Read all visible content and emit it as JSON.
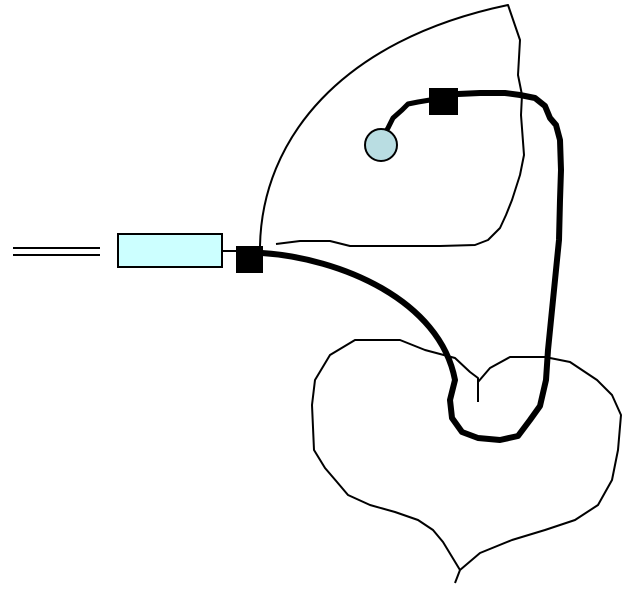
{
  "diagram": {
    "colors": {
      "stroke": "#000000",
      "background": "#ffffff",
      "connector_fill": "#ccffff",
      "endpoint_fill": "#b9dde2",
      "block_fill": "#000000"
    },
    "elements": [
      {
        "name": "double-line-lead",
        "kind": "double line"
      },
      {
        "name": "cyan-rectangle-component",
        "kind": "rectangle"
      },
      {
        "name": "left-junction-square",
        "kind": "filled square"
      },
      {
        "name": "upper-junction-square",
        "kind": "filled square"
      },
      {
        "name": "light-blue-circle-endpoint",
        "kind": "circle"
      },
      {
        "name": "fan-shaped-outline",
        "kind": "outline"
      },
      {
        "name": "heart-shaped-outline",
        "kind": "outline"
      },
      {
        "name": "thick-curved-cable",
        "kind": "thick curve"
      },
      {
        "name": "thick-loop-cable",
        "kind": "thick curve"
      }
    ]
  }
}
